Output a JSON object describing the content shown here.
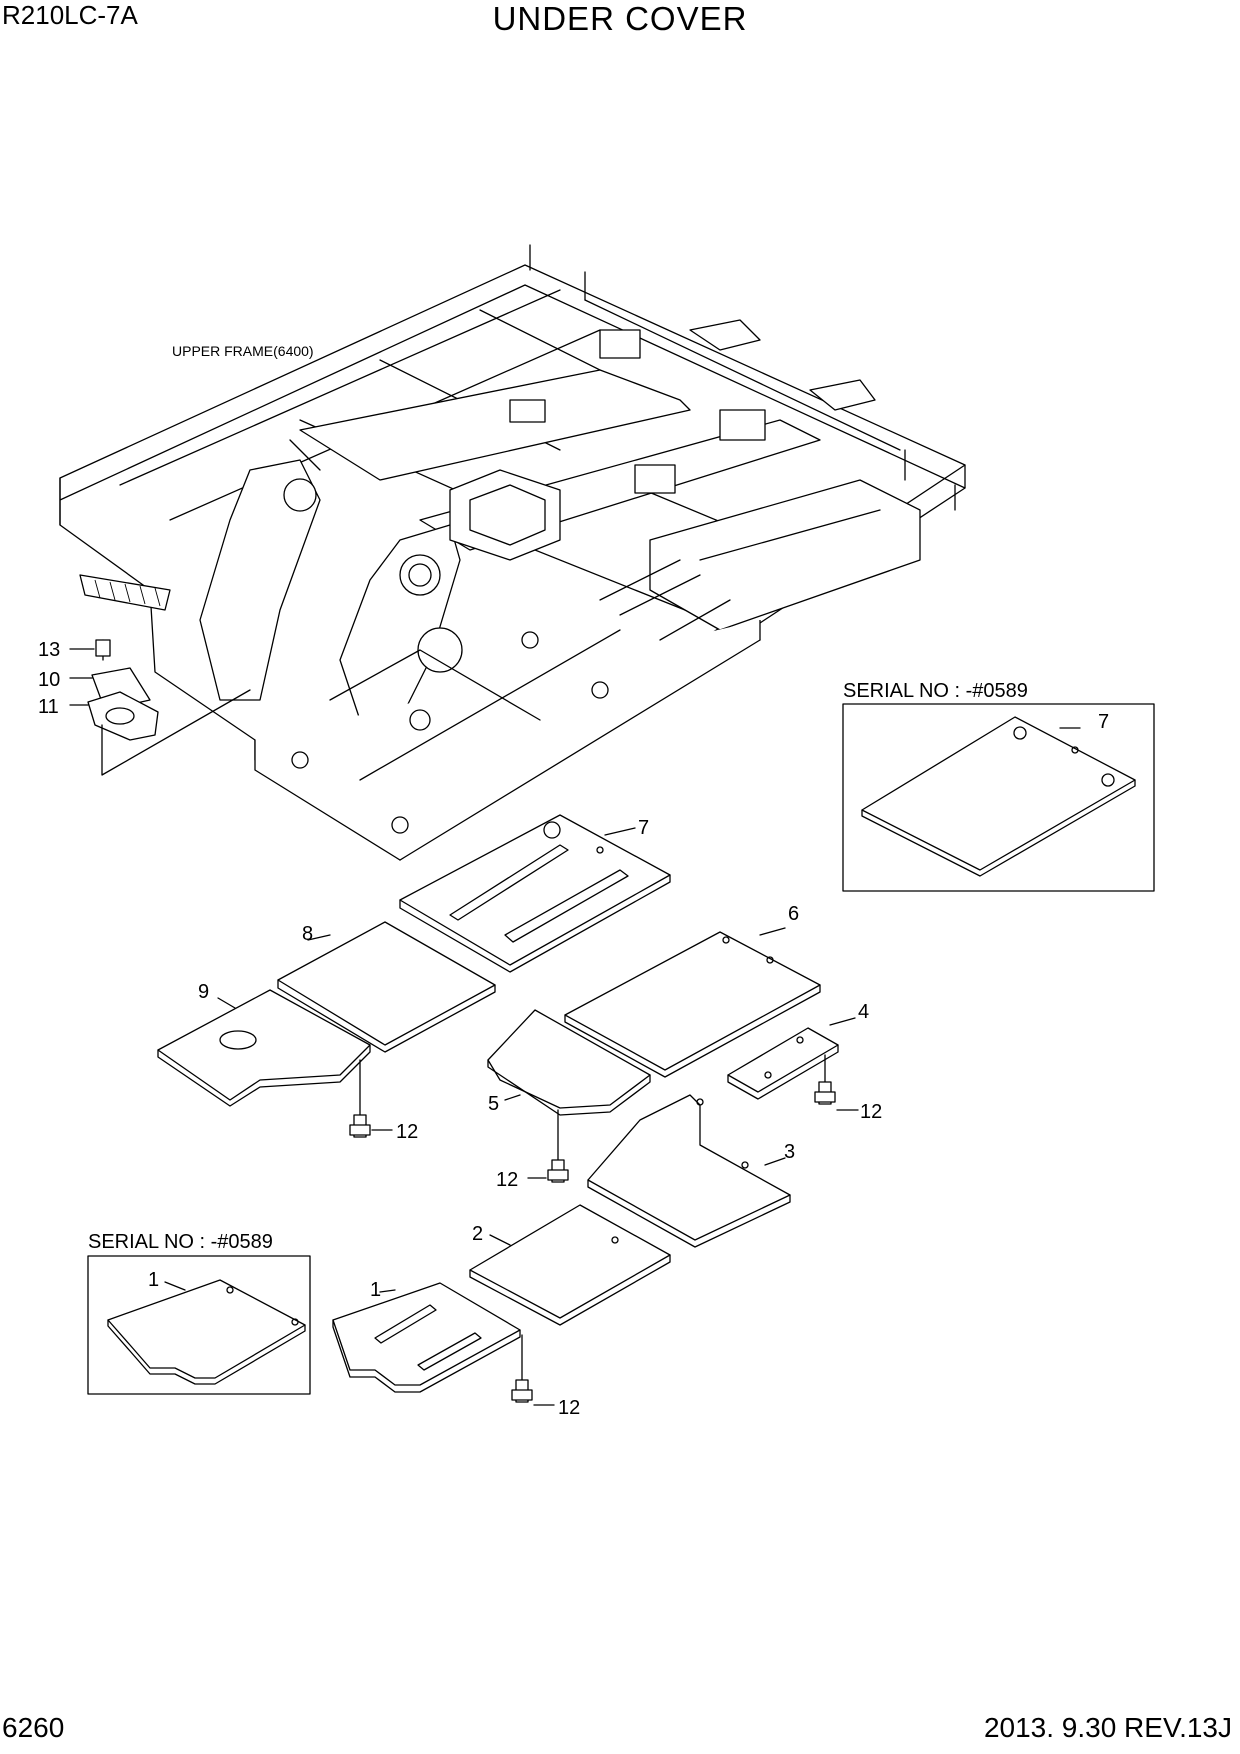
{
  "header": {
    "model": "R210LC-7A",
    "title": "UNDER COVER"
  },
  "footer": {
    "page_number": "6260",
    "revision": "2013. 9.30  REV.13J"
  },
  "frame_label": "UPPER FRAME(6400)",
  "serial_boxes": [
    {
      "label": "SERIAL NO : -#0589",
      "part": "7"
    },
    {
      "label": "SERIAL NO : -#0589",
      "part": "1"
    }
  ],
  "callouts": {
    "c13": "13",
    "c10": "10",
    "c11": "11",
    "c7": "7",
    "c8": "8",
    "c9": "9",
    "c6": "6",
    "c4": "4",
    "c5": "5",
    "c3": "3",
    "c2": "2",
    "c1": "1",
    "c12a": "12",
    "c12b": "12",
    "c12c": "12",
    "c12d": "12"
  }
}
